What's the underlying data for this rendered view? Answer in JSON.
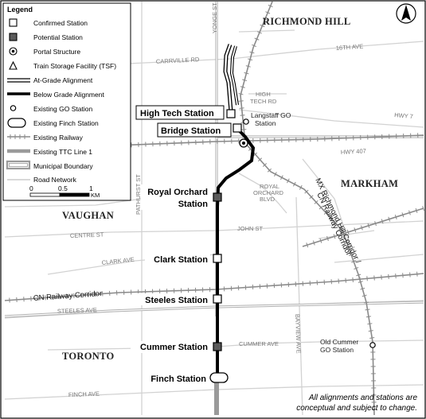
{
  "legend": {
    "title": "Legend",
    "items": [
      {
        "icon": "confirmed-station-icon",
        "label": "Confirmed Station"
      },
      {
        "icon": "potential-station-icon",
        "label": "Potential Station"
      },
      {
        "icon": "portal-structure-icon",
        "label": "Portal Structure"
      },
      {
        "icon": "train-storage-facility-icon",
        "label": "Train Storage Facility (TSF)"
      },
      {
        "icon": "at-grade-alignment-icon",
        "label": "At-Grade Alignment"
      },
      {
        "icon": "below-grade-alignment-icon",
        "label": "Below Grade Alignment"
      },
      {
        "icon": "existing-go-station-icon",
        "label": "Existing GO Station"
      },
      {
        "icon": "existing-finch-station-icon",
        "label": "Existing Finch Station"
      },
      {
        "icon": "existing-railway-icon",
        "label": "Existing Railway"
      },
      {
        "icon": "existing-ttc-line-icon",
        "label": "Existing TTC Line 1"
      },
      {
        "icon": "municipal-boundary-icon",
        "label": "Municipal Boundary"
      },
      {
        "icon": "road-network-icon",
        "label": "Road Network"
      }
    ],
    "scale": {
      "t0": "0",
      "t1": "0.5",
      "t2": "1",
      "unit": "KM"
    }
  },
  "areas": {
    "richmond_hill": "RICHMOND HILL",
    "markham": "MARKHAM",
    "vaughan": "VAUGHAN",
    "toronto": "TORONTO"
  },
  "roads": {
    "yonge": "YONGE ST",
    "sixteenth": "16TH AVE",
    "carrville": "CARRVILLE RD",
    "high_tech_1": "HIGH",
    "high_tech_2": "TECH RD",
    "hwy7": "HWY 7",
    "hwy407": "HWY 407",
    "royal_orchard_1": "ROYAL",
    "royal_orchard_2": "ORCHARD",
    "royal_orchard_3": "BLVD",
    "centre": "CENTRE ST",
    "john": "JOHN ST",
    "clark": "CLARK AVE",
    "steeles": "STEELES AVE",
    "cummer": "CUMMER AVE",
    "bayview": "BAYVIEW AVE",
    "finch": "FINCH AVE",
    "pathurst": "PATHURST ST"
  },
  "rail_labels": {
    "cn_corridor": "CN Railway Corridor",
    "mx_line1": "MX Richmond Hill Corridor /",
    "mx_line2": "CN Railway Corridor"
  },
  "stations": {
    "high_tech": "High Tech Station",
    "bridge": "Bridge Station",
    "royal_orchard_1": "Royal Orchard",
    "royal_orchard_2": "Station",
    "clark": "Clark Station",
    "steeles": "Steeles Station",
    "cummer": "Cummer Station",
    "finch": "Finch Station"
  },
  "go_stations": {
    "langstaff_1": "Langstaff GO",
    "langstaff_2": "Station",
    "old_cummer_1": "Old Cummer",
    "old_cummer_2": "GO Station"
  },
  "note": {
    "line1": "All alignments and stations are",
    "line2": "conceptual and subject to change."
  },
  "colors": {
    "confirmed_fill": "#ffffff",
    "potential_fill": "#5a5a5a",
    "ttc_line": "#9a9a9a",
    "railway": "#8a8a8a",
    "road": "#d2d2d2"
  }
}
